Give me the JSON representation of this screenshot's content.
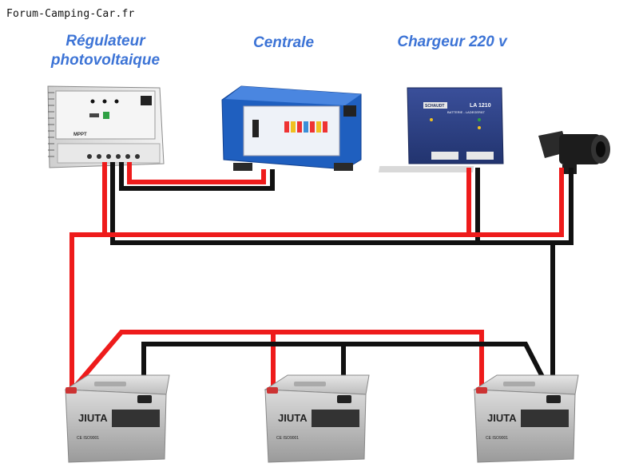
{
  "watermark": "Forum-Camping-Car.fr",
  "labels": {
    "regulator_line1": "Régulateur",
    "regulator_line2": "photovoltaique",
    "central": "Centrale",
    "charger": "Chargeur 220 v"
  },
  "devices": {
    "regulator_badge": "MPPT",
    "charger_model": "LA 1210",
    "charger_brand": "SCHAUDT",
    "charger_subtitle": "BATTERIE - LADEGERÄT"
  },
  "batteries": [
    {
      "brand": "JIUTA",
      "cert": "CE ISO9001"
    },
    {
      "brand": "JIUTA",
      "cert": "CE ISO9001"
    },
    {
      "brand": "JIUTA",
      "cert": "CE ISO9001"
    }
  ],
  "colors": {
    "positive_wire": "#ee1b1b",
    "negative_wire": "#111111",
    "label_blue": "#3d74d6",
    "central_blue": "#1f5fbf"
  }
}
